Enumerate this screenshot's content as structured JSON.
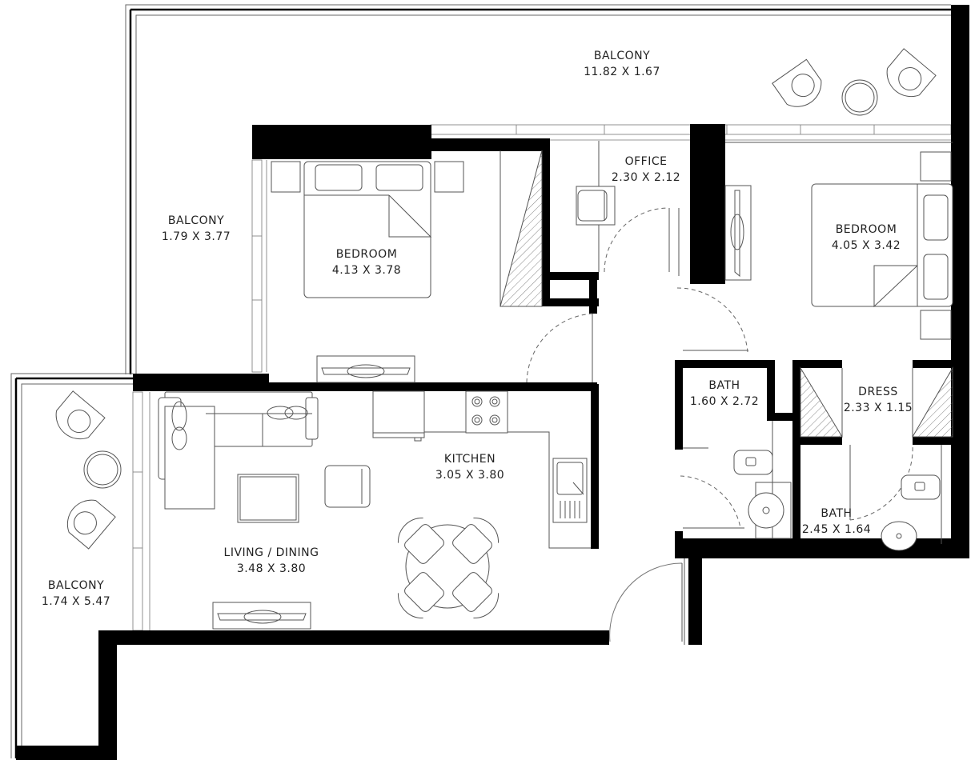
{
  "plan": {
    "title": "Apartment Floor Plan",
    "colors": {
      "wall": "#000000",
      "line": "#555555",
      "background": "#ffffff"
    },
    "rooms": [
      {
        "id": "balcony-top",
        "name": "BALCONY",
        "size": "11.82 X 1.67"
      },
      {
        "id": "balcony-left",
        "name": "BALCONY",
        "size": "1.79 X 3.77"
      },
      {
        "id": "bedroom-1",
        "name": "BEDROOM",
        "size": "4.13 X 3.78"
      },
      {
        "id": "office",
        "name": "OFFICE",
        "size": "2.30 X 2.12"
      },
      {
        "id": "bedroom-2",
        "name": "BEDROOM",
        "size": "4.05 X 3.42"
      },
      {
        "id": "bath-1",
        "name": "BATH",
        "size": "1.60 X 2.72"
      },
      {
        "id": "dress",
        "name": "DRESS",
        "size": "2.33 X 1.15"
      },
      {
        "id": "kitchen",
        "name": "KITCHEN",
        "size": "3.05 X 3.80"
      },
      {
        "id": "living-dining",
        "name": "LIVING / DINING",
        "size": "3.48 X 3.80"
      },
      {
        "id": "bath-2",
        "name": "BATH",
        "size": "2.45 X 1.64"
      },
      {
        "id": "balcony-bottom-left",
        "name": "BALCONY",
        "size": "1.74 X 5.47"
      }
    ],
    "furniture": [
      "double-bed",
      "nightstand",
      "tv-unit",
      "wardrobe",
      "office-chair",
      "desk",
      "lounge-chair",
      "side-table",
      "sofa",
      "coffee-table",
      "armchair",
      "dining-table",
      "dining-chair",
      "cooktop",
      "refrigerator",
      "kitchen-sink",
      "toilet",
      "washbasin"
    ]
  }
}
